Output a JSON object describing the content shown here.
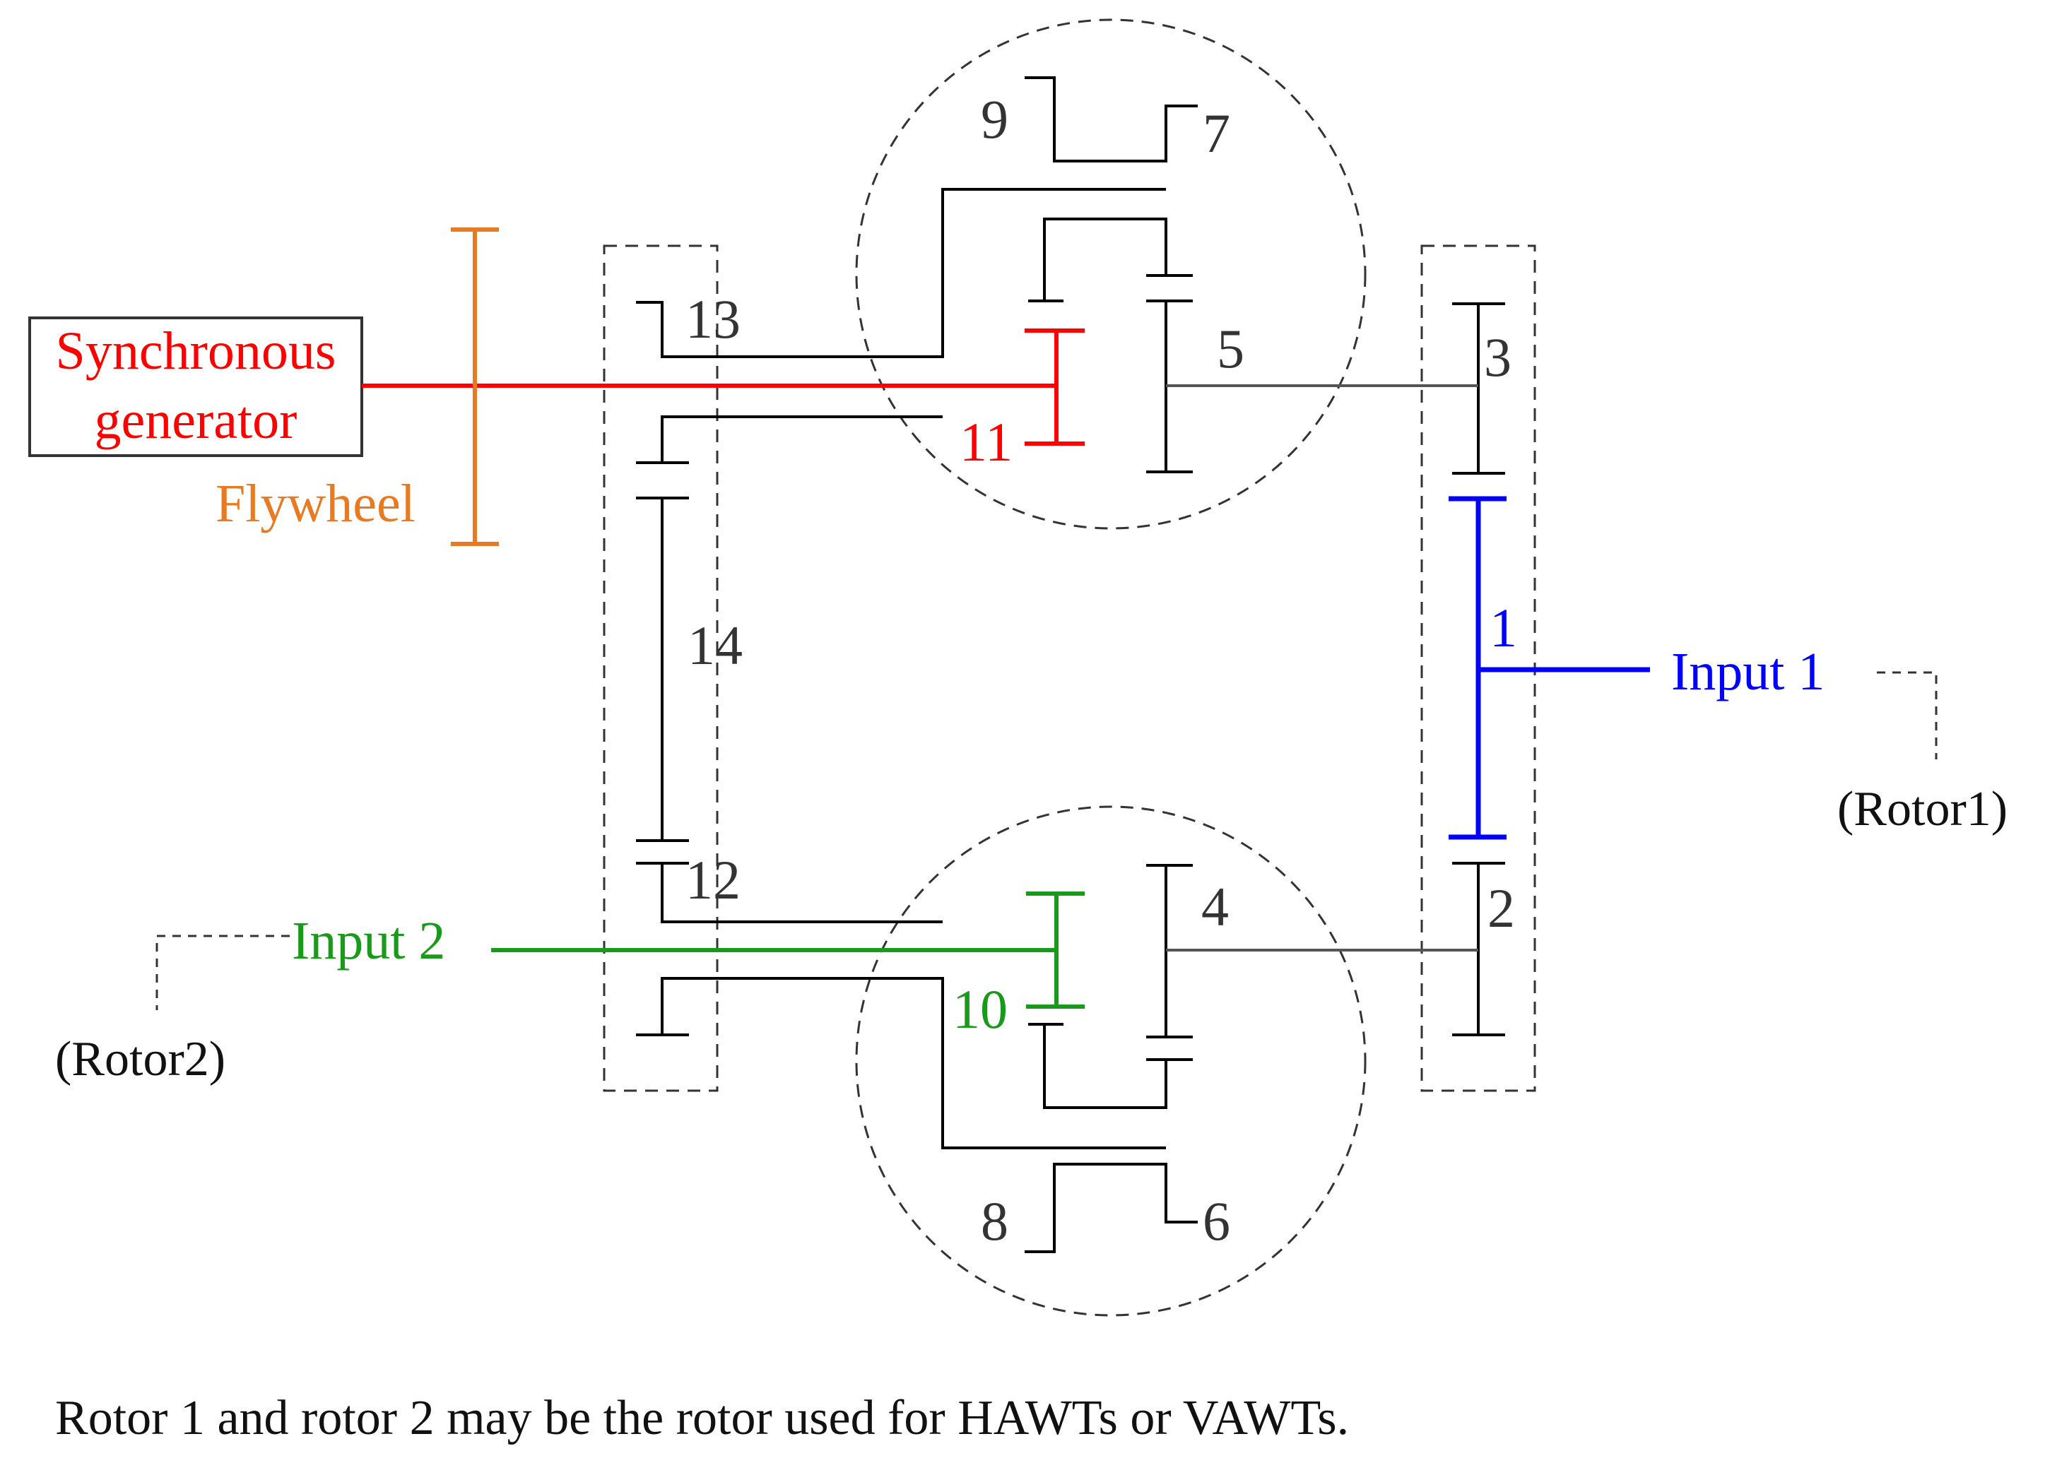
{
  "labels": {
    "generator_line1": "Synchronous",
    "generator_line2": "generator",
    "flywheel": "Flywheel",
    "input1": "Input 1",
    "input2": "Input 2",
    "rotor1": "(Rotor1)",
    "rotor2": "(Rotor2)",
    "caption": "Rotor 1 and rotor 2 may be the rotor used for HAWTs or VAWTs."
  },
  "gear_numbers": {
    "g1": "1",
    "g2": "2",
    "g3": "3",
    "g4": "4",
    "g5": "5",
    "g6": "6",
    "g7": "7",
    "g8": "8",
    "g9": "9",
    "g10": "10",
    "g11": "11",
    "g12": "12",
    "g13": "13",
    "g14": "14"
  },
  "colors": {
    "shaft": "#000000",
    "generator": "#ff0000",
    "flywheel": "#e87a22",
    "input1": "#0000ff",
    "input2": "#1a9a1a",
    "dashed": "#333333"
  }
}
